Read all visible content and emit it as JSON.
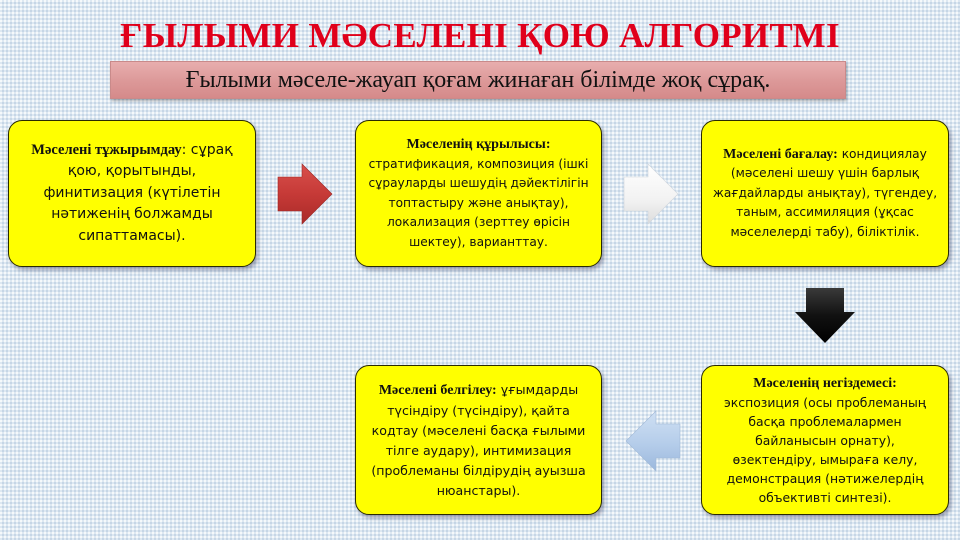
{
  "title": "ҒЫЛЫМИ МӘСЕЛЕНІ ҚОЮ АЛГОРИТМІ",
  "subtitle": "Ғылыми мәселе-жауап қоғам жинаған білімде жоқ сұрақ.",
  "colors": {
    "title": "#e0001b",
    "subtitle_bg": "#dc9898",
    "box_bg": "#ffff00",
    "arrow_red": "#c9403d",
    "arrow_white": "#f4f4f4",
    "arrow_black": "#111111",
    "arrow_blue": "#b7cfea"
  },
  "steps": [
    {
      "id": 1,
      "heading": "Мәселені тұжырымдау",
      "heading_suffix": ":",
      "body": "сұрақ қою, қорытынды, финитизация (күтілетін нәтиженің болжамды сипаттамасы)."
    },
    {
      "id": 2,
      "heading": "Мәселенің құрылысы:",
      "body": "стратификация, композиция (ішкі сұрауларды шешудің дәйектілігін топтастыру және анықтау), локализация (зерттеу өрісін шектеу), варианттау."
    },
    {
      "id": 3,
      "heading": "Мәселені бағалау:",
      "body": "кондициялау (мәселені шешу үшін барлық жағдайларды анықтау), түгендеу, таным, ассимиляция (ұқсас мәселелерді табу), біліктілік."
    },
    {
      "id": 4,
      "heading": "Мәселенің негіздемесі:",
      "body": "экспозиция (осы проблеманың басқа проблемалармен байланысын орнату), өзектендіру, ымыраға келу, демонстрация (нәтижелердің объективті синтезі)."
    },
    {
      "id": 5,
      "heading": "Мәселені белгілеу:",
      "body": "ұғымдарды түсіндіру (түсіндіру), қайта кодтау (мәселені басқа ғылыми тілге аудару), интимизация (проблеманы білдірудің ауызша нюанстары)."
    }
  ],
  "arrows": [
    {
      "from": 1,
      "to": 2,
      "direction": "right",
      "icon": "red-arrow-right-icon"
    },
    {
      "from": 2,
      "to": 3,
      "direction": "right",
      "icon": "white-arrow-right-icon"
    },
    {
      "from": 3,
      "to": 4,
      "direction": "down",
      "icon": "black-arrow-down-icon"
    },
    {
      "from": 4,
      "to": 5,
      "direction": "left",
      "icon": "blue-arrow-left-icon"
    }
  ]
}
